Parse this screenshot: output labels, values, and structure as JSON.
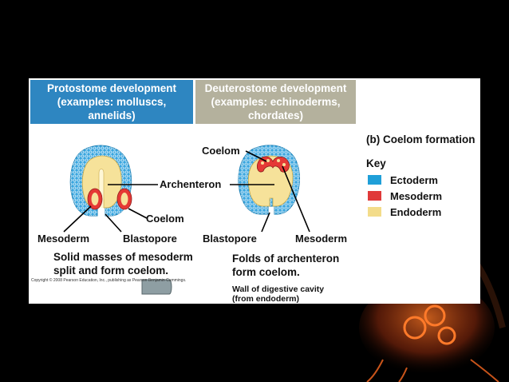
{
  "headers": {
    "protostome": [
      "Protostome development",
      "(examples: molluscs,",
      "annelids)"
    ],
    "deuterostome": [
      "Deuterostome development",
      "(examples: echinoderms,",
      "chordates)"
    ]
  },
  "panel_title": "(b) Coelom formation",
  "key": {
    "title": "Key",
    "items": [
      {
        "label": "Ectoderm",
        "color": "#1f9fd8"
      },
      {
        "label": "Mesoderm",
        "color": "#e03a3a"
      },
      {
        "label": "Endoderm",
        "color": "#f3dc8a"
      }
    ]
  },
  "labels": {
    "archenteron": "Archenteron",
    "coelom_proto": "Coelom",
    "mesoderm_proto": "Mesoderm",
    "blastopore_proto": "Blastopore",
    "coelom_deut": "Coelom",
    "blastopore_deut": "Blastopore",
    "mesoderm_deut": "Mesoderm"
  },
  "captions": {
    "protostome": [
      "Solid masses of mesoderm",
      "split and form coelom."
    ],
    "deuterostome": [
      "Folds of archenteron",
      "form coelom."
    ],
    "wall": [
      "Wall of digestive cavity",
      "(from endoderm)"
    ]
  },
  "copyright": "Copyright © 2008 Pearson Education, Inc., publishing as Pearson Benjamin Cummings."
}
